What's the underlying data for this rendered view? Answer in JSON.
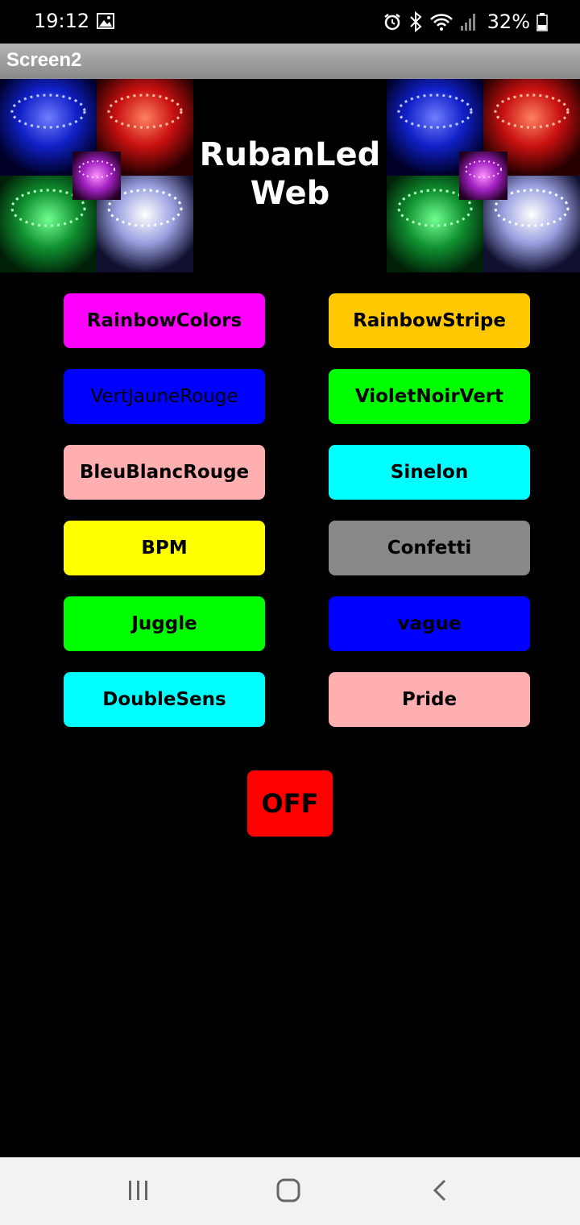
{
  "status_bar": {
    "time": "19:12",
    "battery": "32%",
    "icons": [
      "image-icon",
      "alarm-icon",
      "bluetooth-icon",
      "wifi-icon",
      "signal-icon",
      "battery-icon"
    ]
  },
  "title_bar": {
    "title": "Screen2"
  },
  "header": {
    "title_line1": "RubanLed",
    "title_line2": "Web"
  },
  "buttons": [
    {
      "label": "RainbowColors",
      "color": "#ff00ff"
    },
    {
      "label": "RainbowStripe",
      "color": "#ffc800"
    },
    {
      "label": "VertJauneRouge",
      "color": "#0000ff"
    },
    {
      "label": "VioletNoirVert",
      "color": "#00ff00"
    },
    {
      "label": "BleuBlancRouge",
      "color": "#ffafaf"
    },
    {
      "label": "Sinelon",
      "color": "#00ffff"
    },
    {
      "label": "BPM",
      "color": "#ffff00"
    },
    {
      "label": "Confetti",
      "color": "#888888"
    },
    {
      "label": "Juggle",
      "color": "#00ff00"
    },
    {
      "label": "vague",
      "color": "#0000ff"
    },
    {
      "label": "DoubleSens",
      "color": "#00ffff"
    },
    {
      "label": "Pride",
      "color": "#ffafaf"
    }
  ],
  "off_button": {
    "label": "OFF",
    "color": "#ff0000"
  },
  "nav_bar": {
    "icons": [
      "recent-apps-icon",
      "home-icon",
      "back-icon"
    ]
  }
}
